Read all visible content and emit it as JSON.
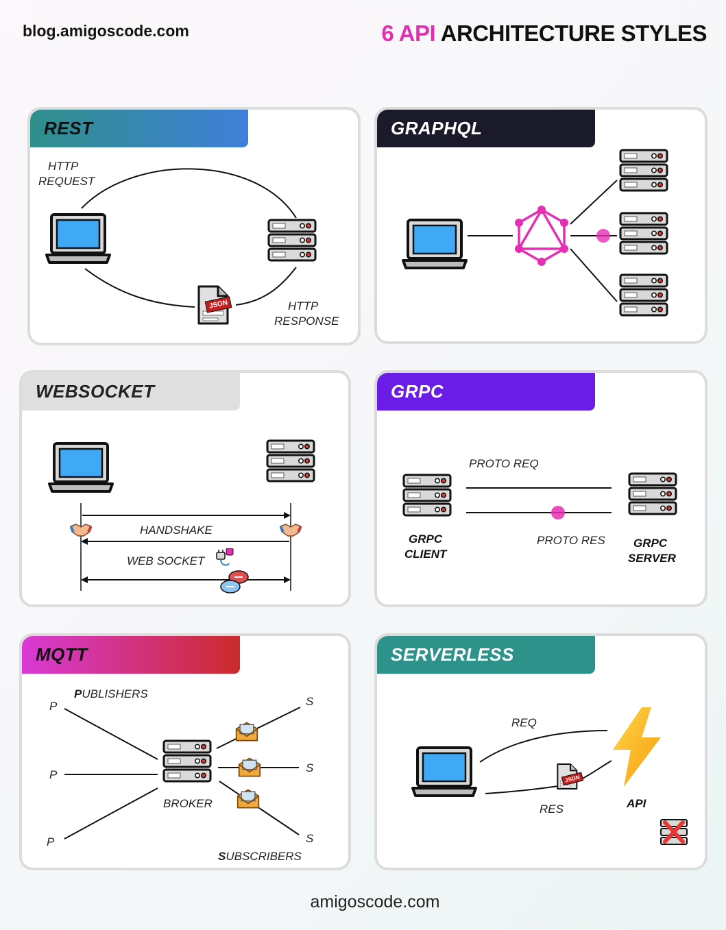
{
  "header": {
    "site": "blog.amigoscode.com",
    "title_accent": "6 API",
    "title_rest": "ARCHITECTURE STYLES"
  },
  "footer": {
    "site": "amigoscode.com"
  },
  "colors": {
    "rest": [
      "#2f8f8a",
      "#3f7fd9"
    ],
    "graphql": "#1b1a2b",
    "websocket": "#e0e0e0",
    "grpc": "#6a1de6",
    "mqtt": [
      "#d83ad6",
      "#cc2b2b"
    ],
    "serverless": "#2c928a",
    "accent_pink": "#e52eb3"
  },
  "panels": {
    "rest": {
      "title": "REST",
      "request_line1": "HTTP",
      "request_line2": "REQUEST",
      "response_line1": "HTTP",
      "response_line2": "RESPONSE",
      "json_badge": "JSON",
      "icons": [
        "laptop-icon",
        "server-icon",
        "json-file-icon"
      ]
    },
    "graphql": {
      "title": "GRAPHQL",
      "icons": [
        "laptop-icon",
        "graphql-logo-icon",
        "server-icon"
      ]
    },
    "websocket": {
      "title": "WEBSOCKET",
      "handshake": "HANDSHAKE",
      "web_socket": "WEB SOCKET",
      "icons": [
        "laptop-icon",
        "server-icon",
        "handshake-icon",
        "plug-icon",
        "chat-bubbles-icon"
      ]
    },
    "grpc": {
      "title": "GRPC",
      "proto_req": "PROTO REQ",
      "proto_res": "PROTO RES",
      "client_line1": "GRPC",
      "client_line2": "CLIENT",
      "server_line1": "GRPC",
      "server_line2": "SERVER"
    },
    "mqtt": {
      "title": "MQTT",
      "publishers_initial": "P",
      "publishers_rest": "UBLISHERS",
      "subscribers_initial": "S",
      "subscribers_rest": "UBSCRIBERS",
      "broker": "BROKER",
      "p": "P",
      "s": "S",
      "icons": [
        "server-icon",
        "envelope-icon"
      ]
    },
    "serverless": {
      "title": "SERVERLESS",
      "req": "REQ",
      "res": "RES",
      "api": "API",
      "json_badge": "JSON",
      "icons": [
        "laptop-icon",
        "lightning-icon",
        "json-file-icon",
        "no-server-icon"
      ]
    }
  }
}
